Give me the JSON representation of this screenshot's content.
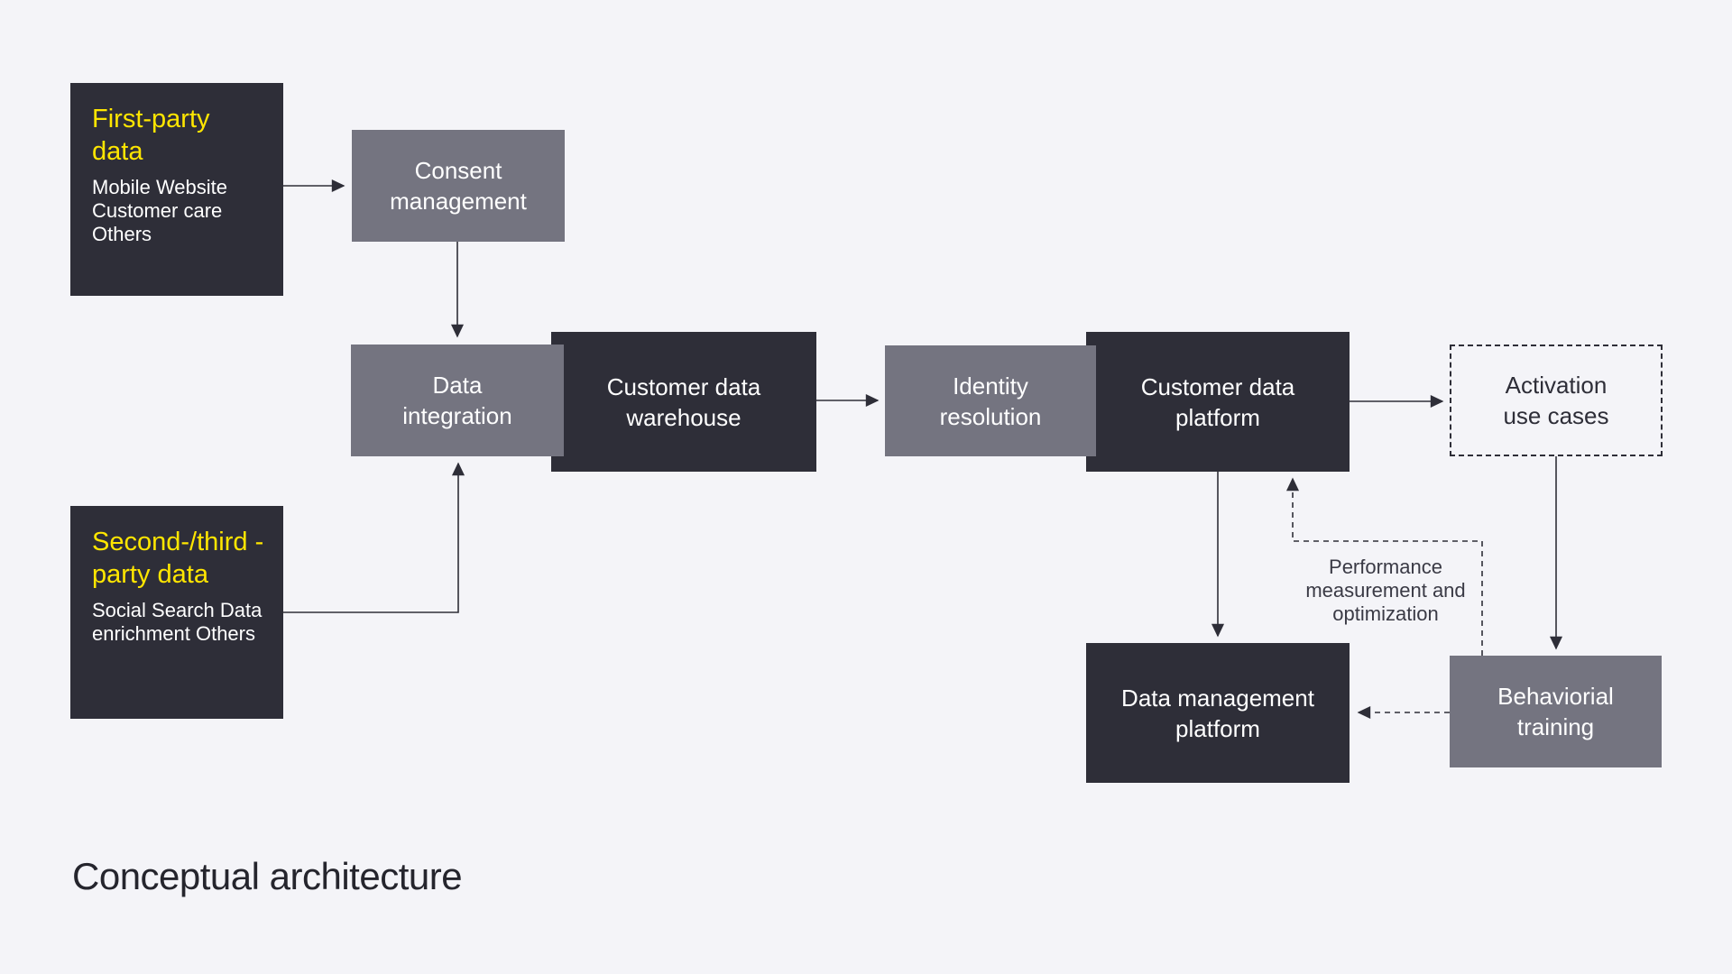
{
  "title": "Conceptual architecture",
  "colors": {
    "background": "#f4f4f8",
    "dark_box": "#2e2e38",
    "gray_box": "#747480",
    "accent_yellow": "#ffe600",
    "connector": "#2e2e38",
    "text_on_box": "#ffffff",
    "text_dark": "#25252d"
  },
  "sources": {
    "first_party": {
      "heading_lines": [
        "First-party",
        "data"
      ],
      "items": [
        "Mobile",
        "Website",
        "Customer care",
        "Others"
      ]
    },
    "second_third": {
      "heading_lines": [
        "Second-/third",
        "-party data"
      ],
      "items": [
        "Social",
        "Search",
        "Data enrichment",
        "Others"
      ]
    }
  },
  "boxes": {
    "consent": {
      "lines": [
        "Consent",
        "management"
      ]
    },
    "integration": {
      "lines": [
        "Data",
        "integration"
      ]
    },
    "warehouse": {
      "lines": [
        "Customer data",
        "warehouse"
      ]
    },
    "identity": {
      "lines": [
        "Identity",
        "resolution"
      ]
    },
    "cdp": {
      "lines": [
        "Customer data",
        "platform"
      ]
    },
    "activation": {
      "lines": [
        "Activation",
        "use cases"
      ]
    },
    "dmp": {
      "lines": [
        "Data management",
        "platform"
      ]
    },
    "behaviorial": {
      "lines": [
        "Behaviorial",
        "training"
      ]
    }
  },
  "annotations": {
    "performance": {
      "lines": [
        "Performance",
        "measurement and",
        "optimization"
      ]
    }
  }
}
